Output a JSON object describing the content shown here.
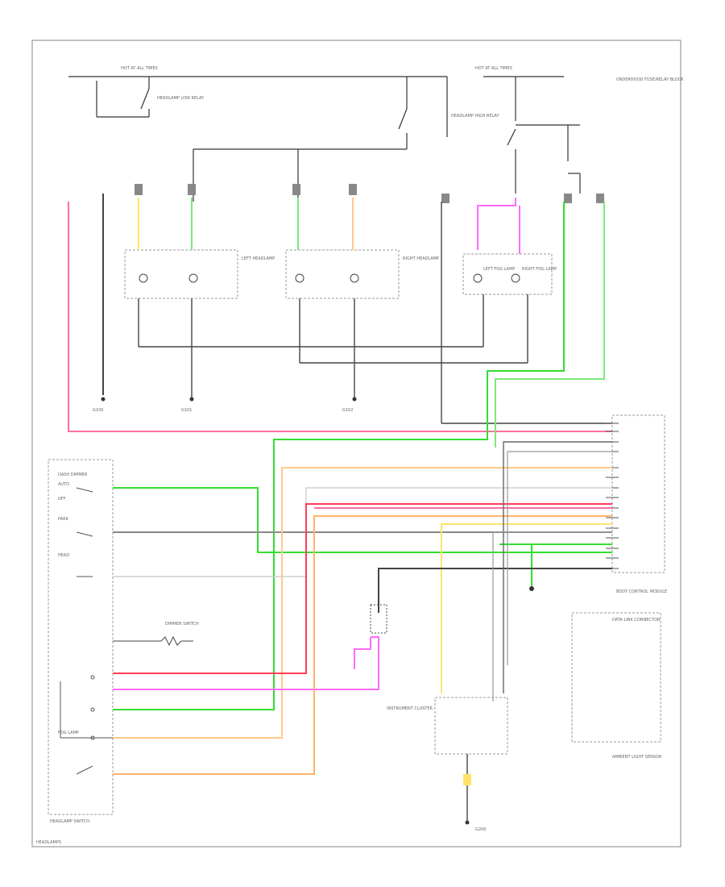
{
  "diagram": {
    "labels": {
      "hot_at_all_times_left": "HOT AT ALL TIMES",
      "hot_at_all_times_right": "HOT AT ALL TIMES",
      "headlamp_relay_low": "HEADLAMP LOW RELAY",
      "headlamp_relay_high": "HEADLAMP HIGH RELAY",
      "fuse_block_top_right": "UNDERHOOD FUSE/RELAY BLOCK",
      "left_headlamp": "LEFT HEADLAMP",
      "right_headlamp": "RIGHT HEADLAMP",
      "left_fog_lamp": "LEFT FOG LAMP",
      "right_fog_lamp": "RIGHT FOG LAMP",
      "bcm_connector": "BODY CONTROL MODULE",
      "headlamp_switch": "HEADLAMP SWITCH",
      "dash_dimmer": "DASH DIMMER",
      "auto": "AUTO",
      "off": "OFF",
      "park": "PARK",
      "head": "HEAD",
      "fog_lamp": "FOG LAMP",
      "dimmer_switch": "DIMMER SWITCH",
      "instrument_cluster": "INSTRUMENT CLUSTER",
      "data_link": "DATA LINK CONNECTOR",
      "ambient_light_sensor": "AMBIENT LIGHT SENSOR",
      "ground_left": "G100",
      "ground_mid": "G101",
      "ground_right": "G102",
      "ground_bottom": "G200",
      "corner_label": "HEADLAMPS"
    },
    "wire_colors": {
      "pink": "#ff6f9a",
      "light_green": "#7be87b",
      "green": "#33dd33",
      "yellow": "#ffe36b",
      "tan": "#ffc98a",
      "orange": "#ffb36b",
      "red": "#ff3b55",
      "violet": "#ff6bff",
      "gray": "#888888",
      "black": "#222222"
    }
  }
}
